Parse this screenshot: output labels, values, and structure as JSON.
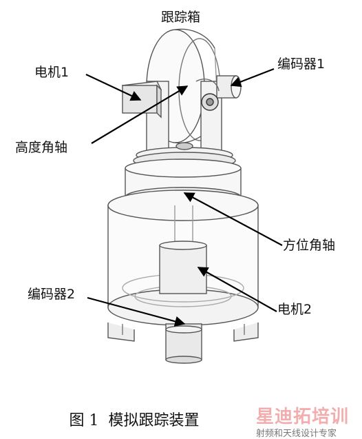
{
  "labels": {
    "tracking_box": "跟踪箱",
    "motor1": "电机1",
    "encoder1": "编码器1",
    "elevation_axis": "高度角轴",
    "azimuth_axis": "方位角轴",
    "encoder2": "编码器2",
    "motor2": "电机2"
  },
  "caption": "图 1  模拟跟踪装置",
  "watermark": {
    "main": "星迪拓培训",
    "sub": "射频和天线设计专家"
  }
}
